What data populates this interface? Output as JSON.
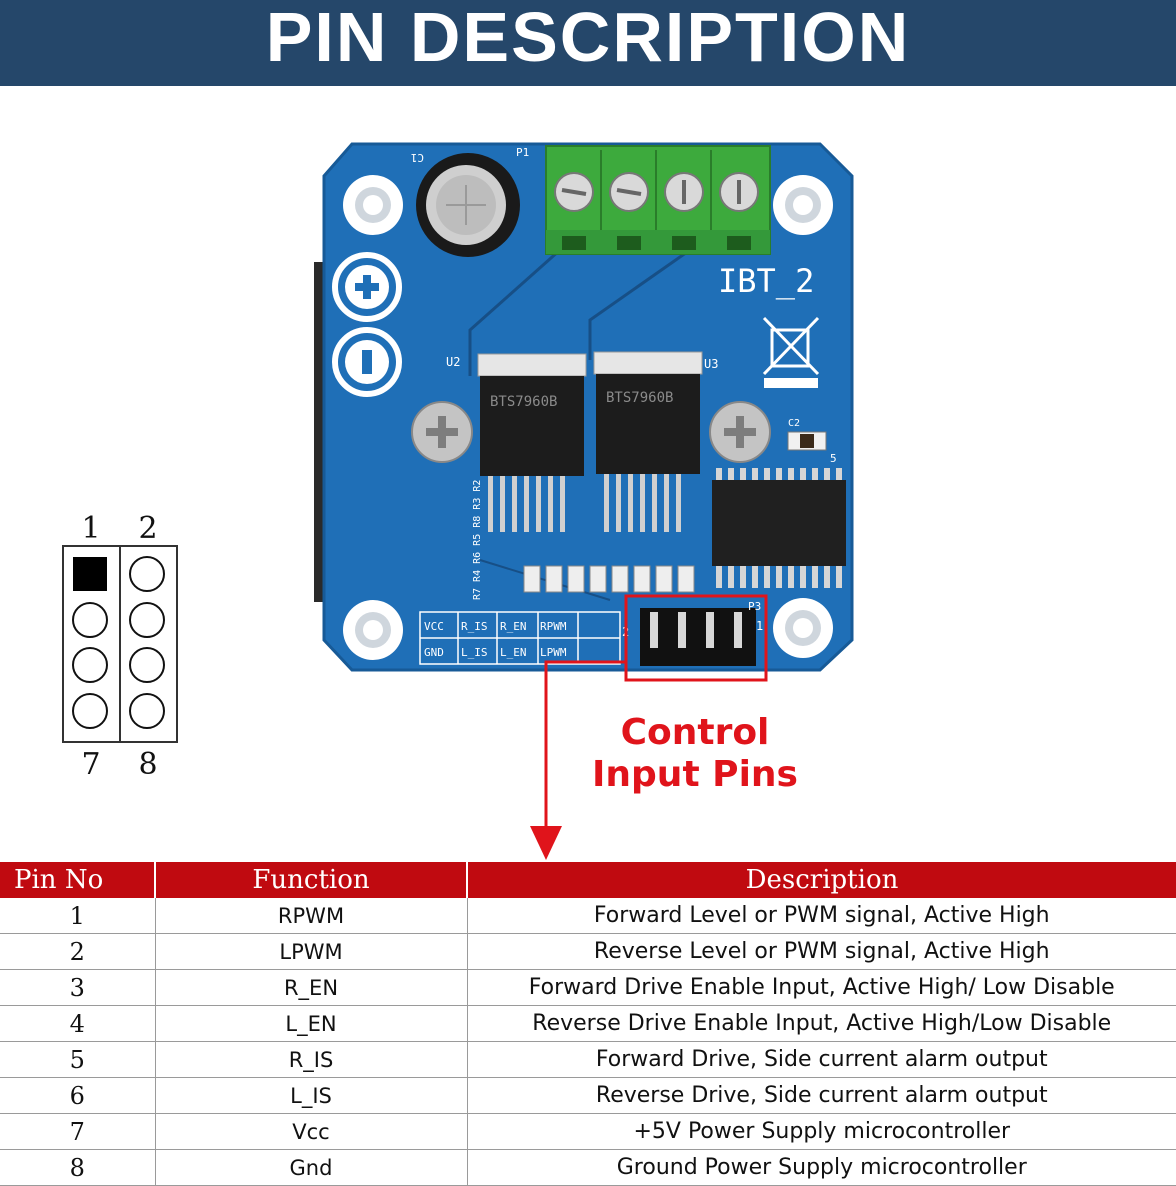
{
  "banner": {
    "title": "PIN DESCRIPTION"
  },
  "board": {
    "model": "IBT_2",
    "chip_u2": "BTS7960B",
    "chip_u3": "BTS7960B",
    "ref_u2": "U2",
    "ref_u3": "U3",
    "ref_c1": "C1",
    "ref_p1": "P1",
    "ref_p3": "P3",
    "ref_c2": "C2",
    "ref_u5": "5",
    "resistor_refs": "R7 R4 R6 R5 R8 R3 R2",
    "silk_top_row": [
      "VCC",
      "R_IS",
      "R_EN",
      "RPWM"
    ],
    "silk_bottom_row": [
      "GND",
      "L_IS",
      "L_EN",
      "LPWM"
    ],
    "header_num_left": "2",
    "header_num_right": "1",
    "colors": {
      "pcb": "#1f6fb7",
      "terminal": "#3daa3d",
      "callout": "#e0141b",
      "banner": "#25476a"
    }
  },
  "pin_diagram": {
    "top_labels": [
      "1",
      "2"
    ],
    "bottom_labels": [
      "7",
      "8"
    ]
  },
  "callout": {
    "line1": "Control",
    "line2": "Input Pins"
  },
  "pin_table": {
    "headers": [
      "Pin No",
      "Function",
      "Description"
    ],
    "rows": [
      {
        "pin": "1",
        "function": "RPWM",
        "description": "Forward Level or PWM signal, Active High"
      },
      {
        "pin": "2",
        "function": "LPWM",
        "description": "Reverse Level or PWM signal, Active High"
      },
      {
        "pin": "3",
        "function": "R_EN",
        "description": "Forward Drive Enable Input, Active High/ Low Disable"
      },
      {
        "pin": "4",
        "function": "L_EN",
        "description": "Reverse Drive Enable Input, Active High/Low Disable"
      },
      {
        "pin": "5",
        "function": "R_IS",
        "description": "Forward Drive, Side current alarm output"
      },
      {
        "pin": "6",
        "function": "L_IS",
        "description": "Reverse Drive, Side current alarm output"
      },
      {
        "pin": "7",
        "function": "Vcc",
        "description": "+5V Power Supply microcontroller"
      },
      {
        "pin": "8",
        "function": "Gnd",
        "description": "Ground Power Supply microcontroller"
      }
    ]
  }
}
